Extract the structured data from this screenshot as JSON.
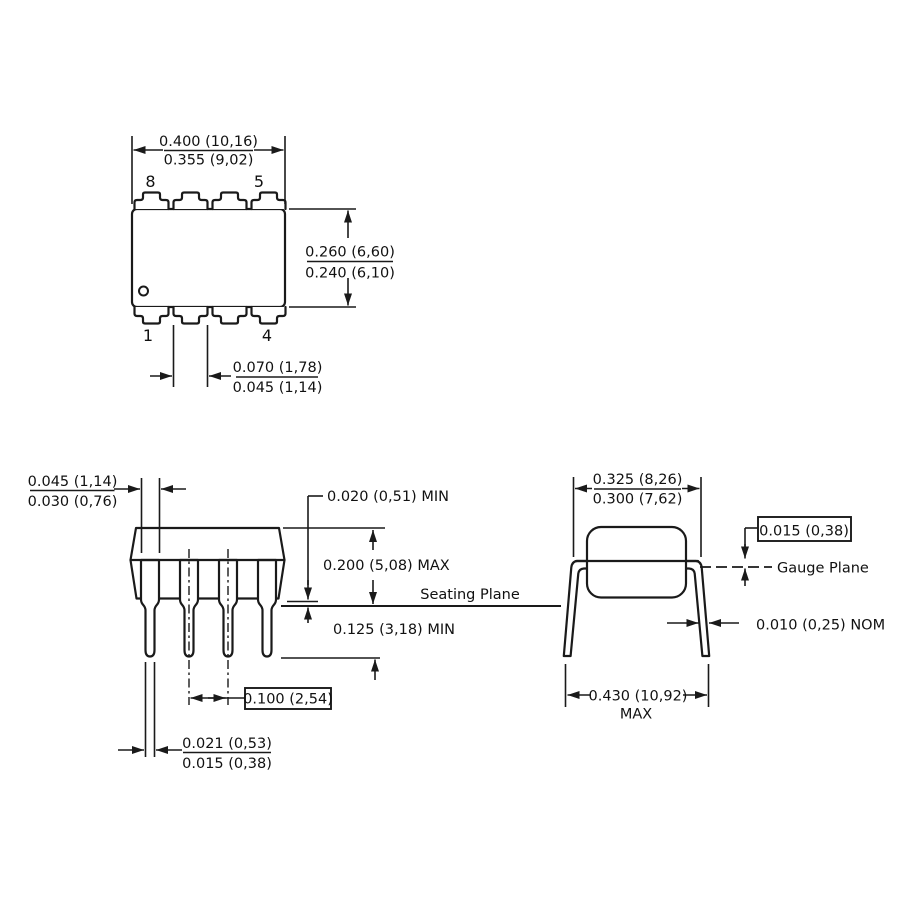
{
  "drawing": {
    "title": "DIP-8 package mechanical drawing",
    "top_view": {
      "pin_top_left": "8",
      "pin_top_right": "5",
      "pin_bottom_left": "1",
      "pin_bottom_right": "4",
      "body_width_max": "0.400 (10,16)",
      "body_width_min": "0.355 (9,02)",
      "body_height_max": "0.260 (6,60)",
      "body_height_min": "0.240 (6,10)",
      "lead_shoulder_max": "0.070 (1,78)",
      "lead_shoulder_min": "0.045 (1,14)"
    },
    "side_view": {
      "shoulder_width_max": "0.045 (1,14)",
      "shoulder_width_min": "0.030 (0,76)",
      "standoff": "0.020 (0,51) MIN",
      "body_height": "0.200 (5,08) MAX",
      "seating_plane": "Seating Plane",
      "lead_below_seating": "0.125 (3,18) MIN",
      "lead_pitch": "0.100 (2,54)",
      "lead_width_max": "0.021 (0,53)",
      "lead_width_min": "0.015 (0,38)"
    },
    "end_view": {
      "row_width_max": "0.325 (8,26)",
      "row_width_min": "0.300 (7,62)",
      "gauge_offset": "0.015 (0,38)",
      "gauge_plane": "Gauge Plane",
      "lead_thickness": "0.010 (0,25) NOM",
      "overall_width": "0.430 (10,92)",
      "overall_width_qual": "MAX"
    }
  }
}
